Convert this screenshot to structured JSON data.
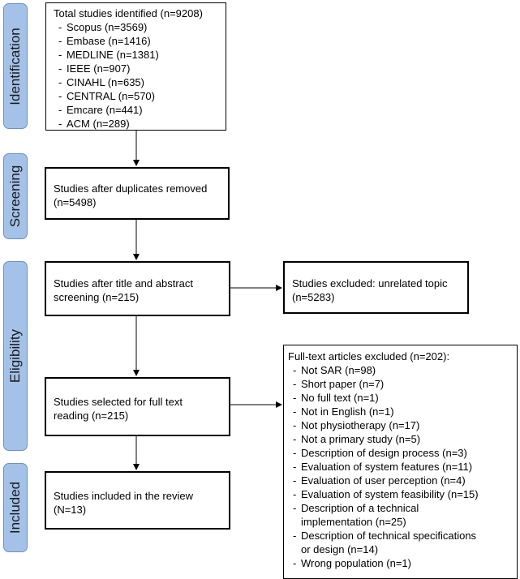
{
  "stages": {
    "identification": "Identification",
    "screening": "Screening",
    "eligibility": "Eligibility",
    "included": "Included"
  },
  "identified": {
    "title": "Total studies identified (n=9208)",
    "sources": [
      "Scopus (n=3569)",
      "Embase (n=1416)",
      "MEDLINE (n=1381)",
      "IEEE (n=907)",
      "CINAHL (n=635)",
      "CENTRAL (n=570)",
      "Emcare (n=441)",
      "ACM (n=289)"
    ]
  },
  "screening": {
    "line1": "Studies after duplicates removed",
    "line2": "(n=5498)"
  },
  "title_abstract": {
    "line1": "Studies after title and abstract",
    "line2": "screening (n=215)"
  },
  "excluded_topic": {
    "line1": "Studies excluded: unrelated topic",
    "line2": "(n=5283)"
  },
  "full_text": {
    "line1": "Studies selected for full text",
    "line2": "reading (n=215)"
  },
  "full_text_excluded": {
    "title": "Full-text articles excluded (n=202):",
    "reasons": [
      "Not SAR (n=98)",
      "Short paper (n=7)",
      "No full text (n=1)",
      "Not in English (n=1)",
      "Not physiotherapy (n=17)",
      "Not a primary study (n=5)",
      "Description of design process (n=3)",
      "Evaluation of system features (n=11)",
      "Evaluation of user perception (n=4)",
      "Evaluation of system feasibility (n=15)"
    ],
    "reason_tech_impl": [
      "Description of a technical",
      "implementation (n=25)"
    ],
    "reason_tech_spec": [
      "Description of technical specifications",
      "or design (n=14)"
    ],
    "reason_last": "Wrong population (n=1)"
  },
  "included": {
    "line1": "Studies included in the review",
    "line2": "(N=13)"
  }
}
